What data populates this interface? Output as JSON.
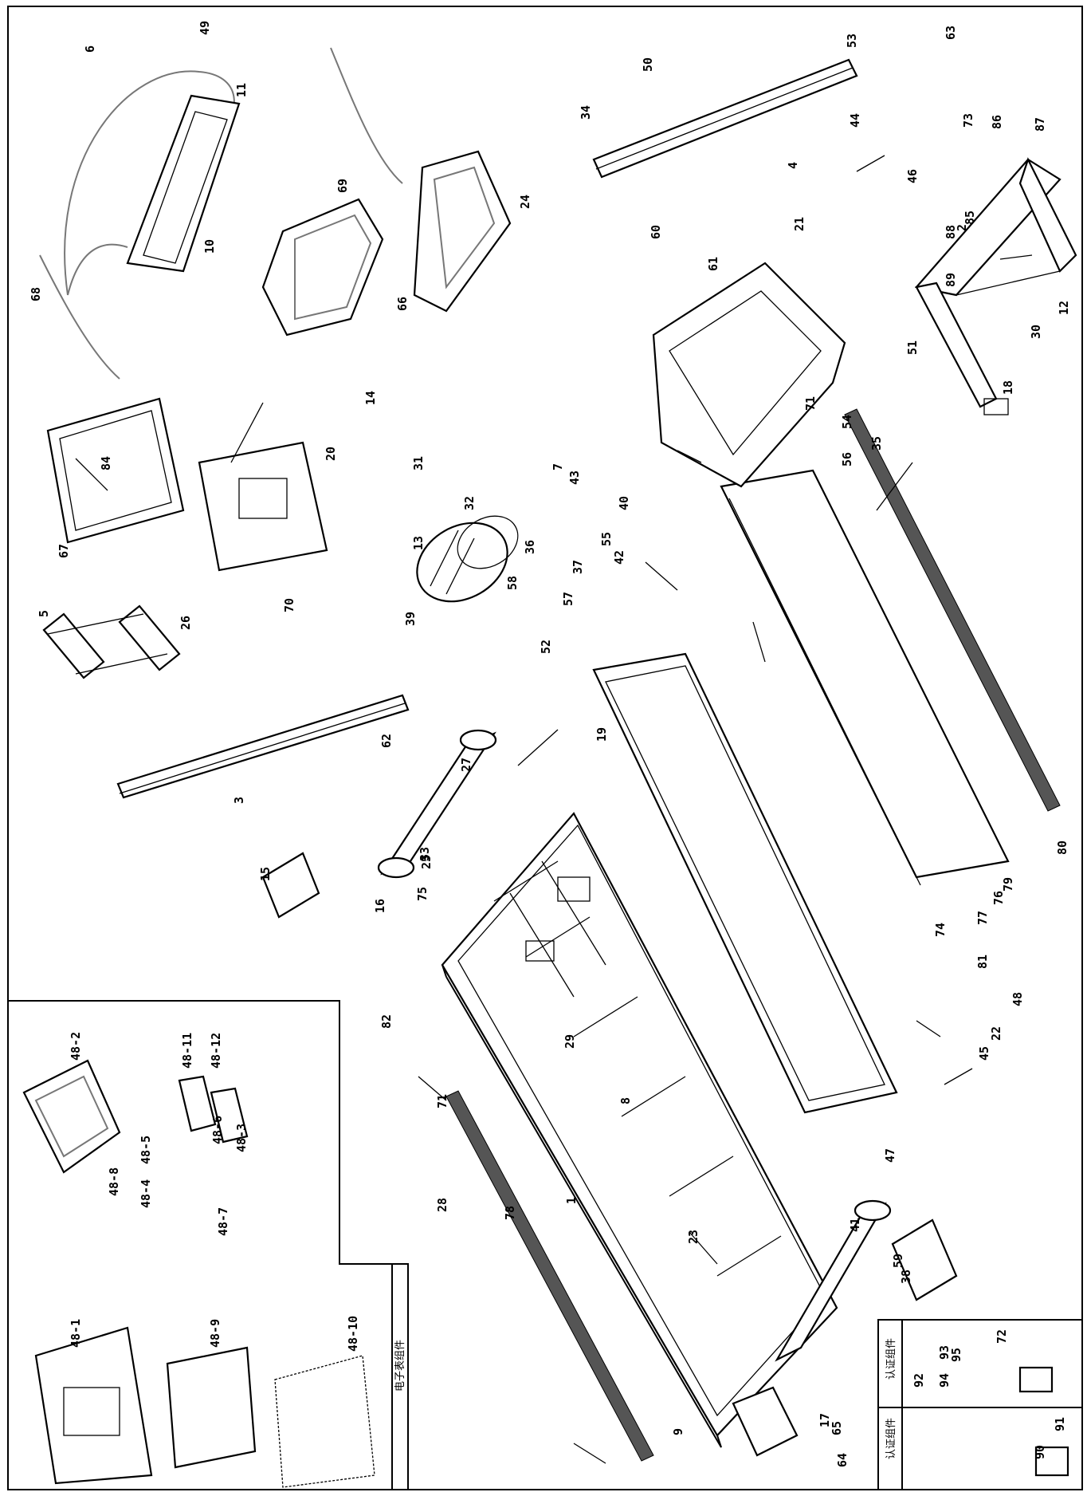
{
  "panel_labels": {
    "electronic_assembly": "电子表组件",
    "cert_assembly_a": "认证组件",
    "cert_assembly_b": "认证组件"
  },
  "parts": [
    {
      "id": "p-2",
      "text": "2"
    },
    {
      "id": "p-3",
      "text": "3"
    },
    {
      "id": "p-4",
      "text": "4"
    },
    {
      "id": "p-5",
      "text": "5"
    },
    {
      "id": "p-6",
      "text": "6"
    },
    {
      "id": "p-7",
      "text": "7"
    },
    {
      "id": "p-8",
      "text": "8"
    },
    {
      "id": "p-9",
      "text": "9"
    },
    {
      "id": "p-10",
      "text": "10"
    },
    {
      "id": "p-11",
      "text": "11"
    },
    {
      "id": "p-12",
      "text": "12"
    },
    {
      "id": "p-13",
      "text": "13"
    },
    {
      "id": "p-14",
      "text": "14"
    },
    {
      "id": "p-15",
      "text": "15"
    },
    {
      "id": "p-16",
      "text": "16"
    },
    {
      "id": "p-17",
      "text": "17"
    },
    {
      "id": "p-18",
      "text": "18"
    },
    {
      "id": "p-19",
      "text": "19"
    },
    {
      "id": "p-20",
      "text": "20"
    },
    {
      "id": "p-21",
      "text": "21"
    },
    {
      "id": "p-22",
      "text": "22"
    },
    {
      "id": "p-23",
      "text": "23"
    },
    {
      "id": "p-24",
      "text": "24"
    },
    {
      "id": "p-25",
      "text": "25"
    },
    {
      "id": "p-26",
      "text": "26"
    },
    {
      "id": "p-27",
      "text": "27"
    },
    {
      "id": "p-28",
      "text": "28"
    },
    {
      "id": "p-29",
      "text": "29"
    },
    {
      "id": "p-30",
      "text": "30"
    },
    {
      "id": "p-31",
      "text": "31"
    },
    {
      "id": "p-32",
      "text": "32"
    },
    {
      "id": "p-33",
      "text": "33"
    },
    {
      "id": "p-34",
      "text": "34"
    },
    {
      "id": "p-35",
      "text": "35"
    },
    {
      "id": "p-36",
      "text": "36"
    },
    {
      "id": "p-37",
      "text": "37"
    },
    {
      "id": "p-38",
      "text": "38"
    },
    {
      "id": "p-39",
      "text": "39"
    },
    {
      "id": "p-40",
      "text": "40"
    },
    {
      "id": "p-41",
      "text": "41"
    },
    {
      "id": "p-42",
      "text": "42"
    },
    {
      "id": "p-43",
      "text": "43"
    },
    {
      "id": "p-44",
      "text": "44"
    },
    {
      "id": "p-45",
      "text": "45"
    },
    {
      "id": "p-46",
      "text": "46"
    },
    {
      "id": "p-47",
      "text": "47"
    },
    {
      "id": "p-48",
      "text": "48"
    },
    {
      "id": "p-49",
      "text": "49"
    },
    {
      "id": "p-50",
      "text": "50"
    },
    {
      "id": "p-51",
      "text": "51"
    },
    {
      "id": "p-52",
      "text": "52"
    },
    {
      "id": "p-53",
      "text": "53"
    },
    {
      "id": "p-54",
      "text": "54"
    },
    {
      "id": "p-55",
      "text": "55"
    },
    {
      "id": "p-56",
      "text": "56"
    },
    {
      "id": "p-57",
      "text": "57"
    },
    {
      "id": "p-58",
      "text": "58"
    },
    {
      "id": "p-59",
      "text": "59"
    },
    {
      "id": "p-60",
      "text": "60"
    },
    {
      "id": "p-61",
      "text": "61"
    },
    {
      "id": "p-62",
      "text": "62"
    },
    {
      "id": "p-63",
      "text": "63"
    },
    {
      "id": "p-64",
      "text": "64"
    },
    {
      "id": "p-65",
      "text": "65"
    },
    {
      "id": "p-66",
      "text": "66"
    },
    {
      "id": "p-67",
      "text": "67"
    },
    {
      "id": "p-68",
      "text": "68"
    },
    {
      "id": "p-69",
      "text": "69"
    },
    {
      "id": "p-70",
      "text": "70"
    },
    {
      "id": "p-71a",
      "text": "71"
    },
    {
      "id": "p-71b",
      "text": "71"
    },
    {
      "id": "p-72",
      "text": "72"
    },
    {
      "id": "p-73",
      "text": "73"
    },
    {
      "id": "p-74",
      "text": "74"
    },
    {
      "id": "p-75",
      "text": "75"
    },
    {
      "id": "p-76",
      "text": "76"
    },
    {
      "id": "p-77",
      "text": "77"
    },
    {
      "id": "p-78",
      "text": "78"
    },
    {
      "id": "p-79",
      "text": "79"
    },
    {
      "id": "p-80",
      "text": "80"
    },
    {
      "id": "p-81",
      "text": "81"
    },
    {
      "id": "p-82",
      "text": "82"
    },
    {
      "id": "p-84",
      "text": "84"
    },
    {
      "id": "p-85",
      "text": "85"
    },
    {
      "id": "p-86",
      "text": "86"
    },
    {
      "id": "p-87",
      "text": "87"
    },
    {
      "id": "p-88",
      "text": "88"
    },
    {
      "id": "p-89",
      "text": "89"
    },
    {
      "id": "p-90",
      "text": "90"
    },
    {
      "id": "p-91",
      "text": "91"
    },
    {
      "id": "p-92",
      "text": "92"
    },
    {
      "id": "p-93",
      "text": "93"
    },
    {
      "id": "p-94",
      "text": "94"
    },
    {
      "id": "p-95",
      "text": "95"
    },
    {
      "id": "p-1",
      "text": "1"
    },
    {
      "id": "p-48-1",
      "text": "48-1"
    },
    {
      "id": "p-48-2",
      "text": "48-2"
    },
    {
      "id": "p-48-3",
      "text": "48-3"
    },
    {
      "id": "p-48-4",
      "text": "48-4"
    },
    {
      "id": "p-48-5",
      "text": "48-5"
    },
    {
      "id": "p-48-6",
      "text": "48-6"
    },
    {
      "id": "p-48-7",
      "text": "48-7"
    },
    {
      "id": "p-48-8",
      "text": "48-8"
    },
    {
      "id": "p-48-9",
      "text": "48-9"
    },
    {
      "id": "p-48-10",
      "text": "48-10"
    },
    {
      "id": "p-48-11",
      "text": "48-11"
    },
    {
      "id": "p-48-12",
      "text": "48-12"
    }
  ]
}
